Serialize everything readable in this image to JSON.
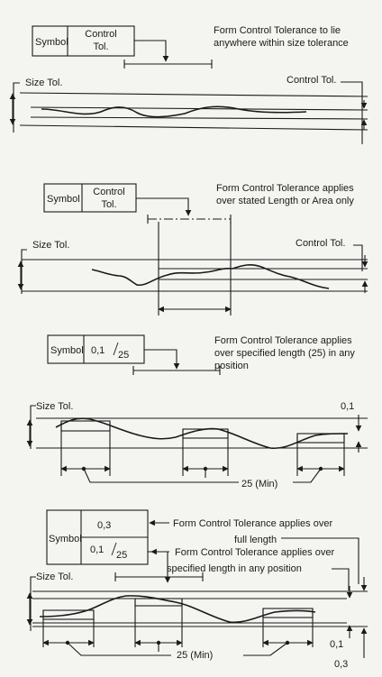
{
  "panel1": {
    "frame_symbol": "Symbol",
    "frame_value_line1": "Control",
    "frame_value_line2": "Tol.",
    "note_line1": "Form Control Tolerance to lie",
    "note_line2": "anywhere within size tolerance",
    "size_label": "Size Tol.",
    "control_label": "Control Tol."
  },
  "panel2": {
    "frame_symbol": "Symbol",
    "frame_value_line1": "Control",
    "frame_value_line2": "Tol.",
    "note_line1": "Form Control Tolerance applies",
    "note_line2": "over stated Length or Area only",
    "size_label": "Size Tol.",
    "control_label": "Control Tol."
  },
  "panel3": {
    "frame_symbol": "Symbol",
    "frame_value_tol": "0,1",
    "frame_value_len": "25",
    "note_line1": "Form Control Tolerance applies",
    "note_line2": "over specified length (25) in any",
    "note_line3": "position",
    "size_label": "Size Tol.",
    "tol_value": "0,1",
    "length_label": "25 (Min)"
  },
  "panel4": {
    "frame_symbol": "Symbol",
    "frame_value_top": "0,3",
    "frame_value_tol": "0,1",
    "frame_value_len": "25",
    "note1_line1": "Form Control Tolerance applies over",
    "note1_line2": "full length",
    "note2_line1": "Form Control Tolerance applies over",
    "note2_line2": "specified length in any position",
    "size_label": "Size Tol.",
    "tol_value_small": "0,1",
    "tol_value_large": "0,3",
    "length_label": "25 (Min)"
  }
}
